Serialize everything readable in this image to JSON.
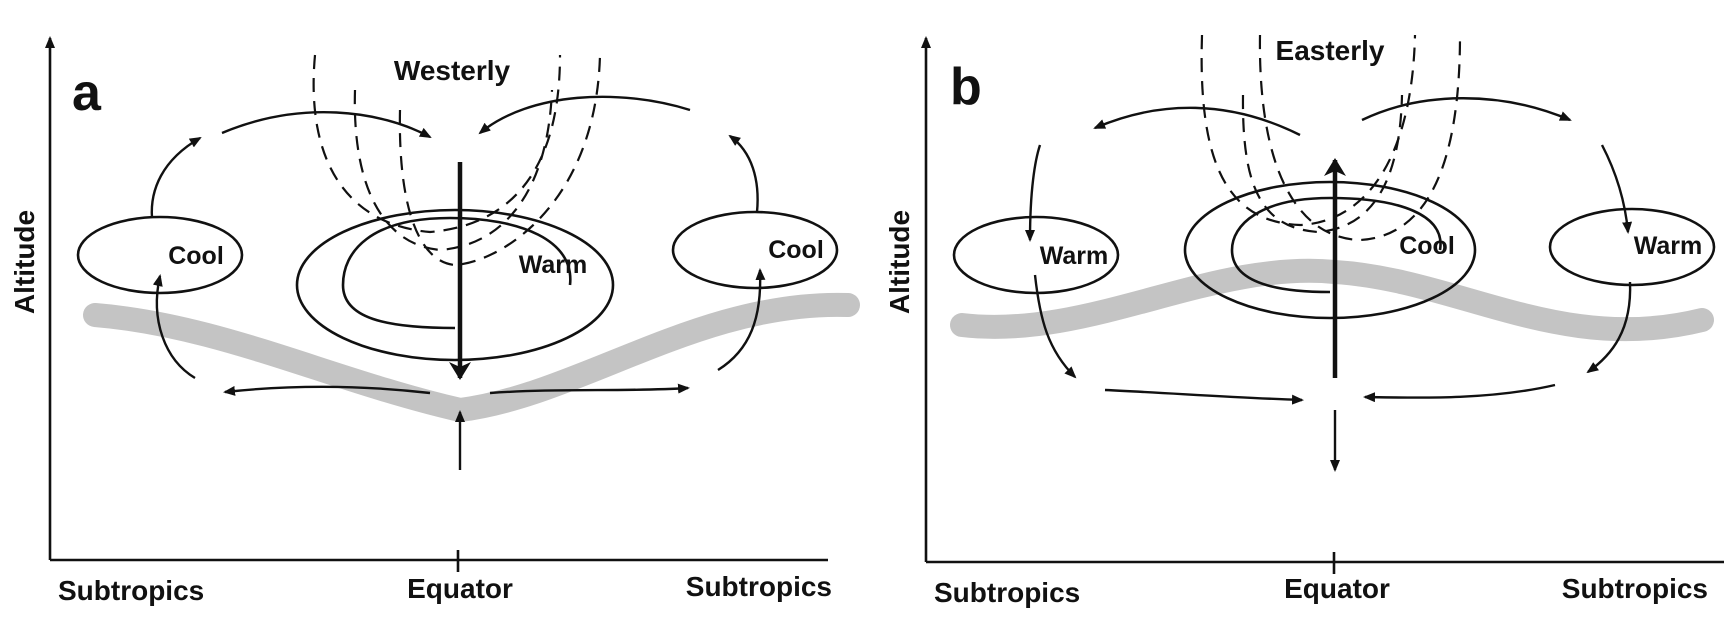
{
  "panels": [
    {
      "id": "a",
      "letter": "a",
      "top_label": "Westerly",
      "axis_label": "Altitude",
      "cells": {
        "left": "Cool",
        "center": "Warm",
        "right": "Cool"
      },
      "x_labels": {
        "left": "Subtropics",
        "center": "Equator",
        "right": "Subtropics"
      }
    },
    {
      "id": "b",
      "letter": "b",
      "top_label": "Easterly",
      "axis_label": "Altitude",
      "cells": {
        "left": "Warm",
        "center": "Cool",
        "right": "Warm"
      },
      "x_labels": {
        "left": "Subtropics",
        "center": "Equator",
        "right": "Subtropics"
      }
    }
  ]
}
